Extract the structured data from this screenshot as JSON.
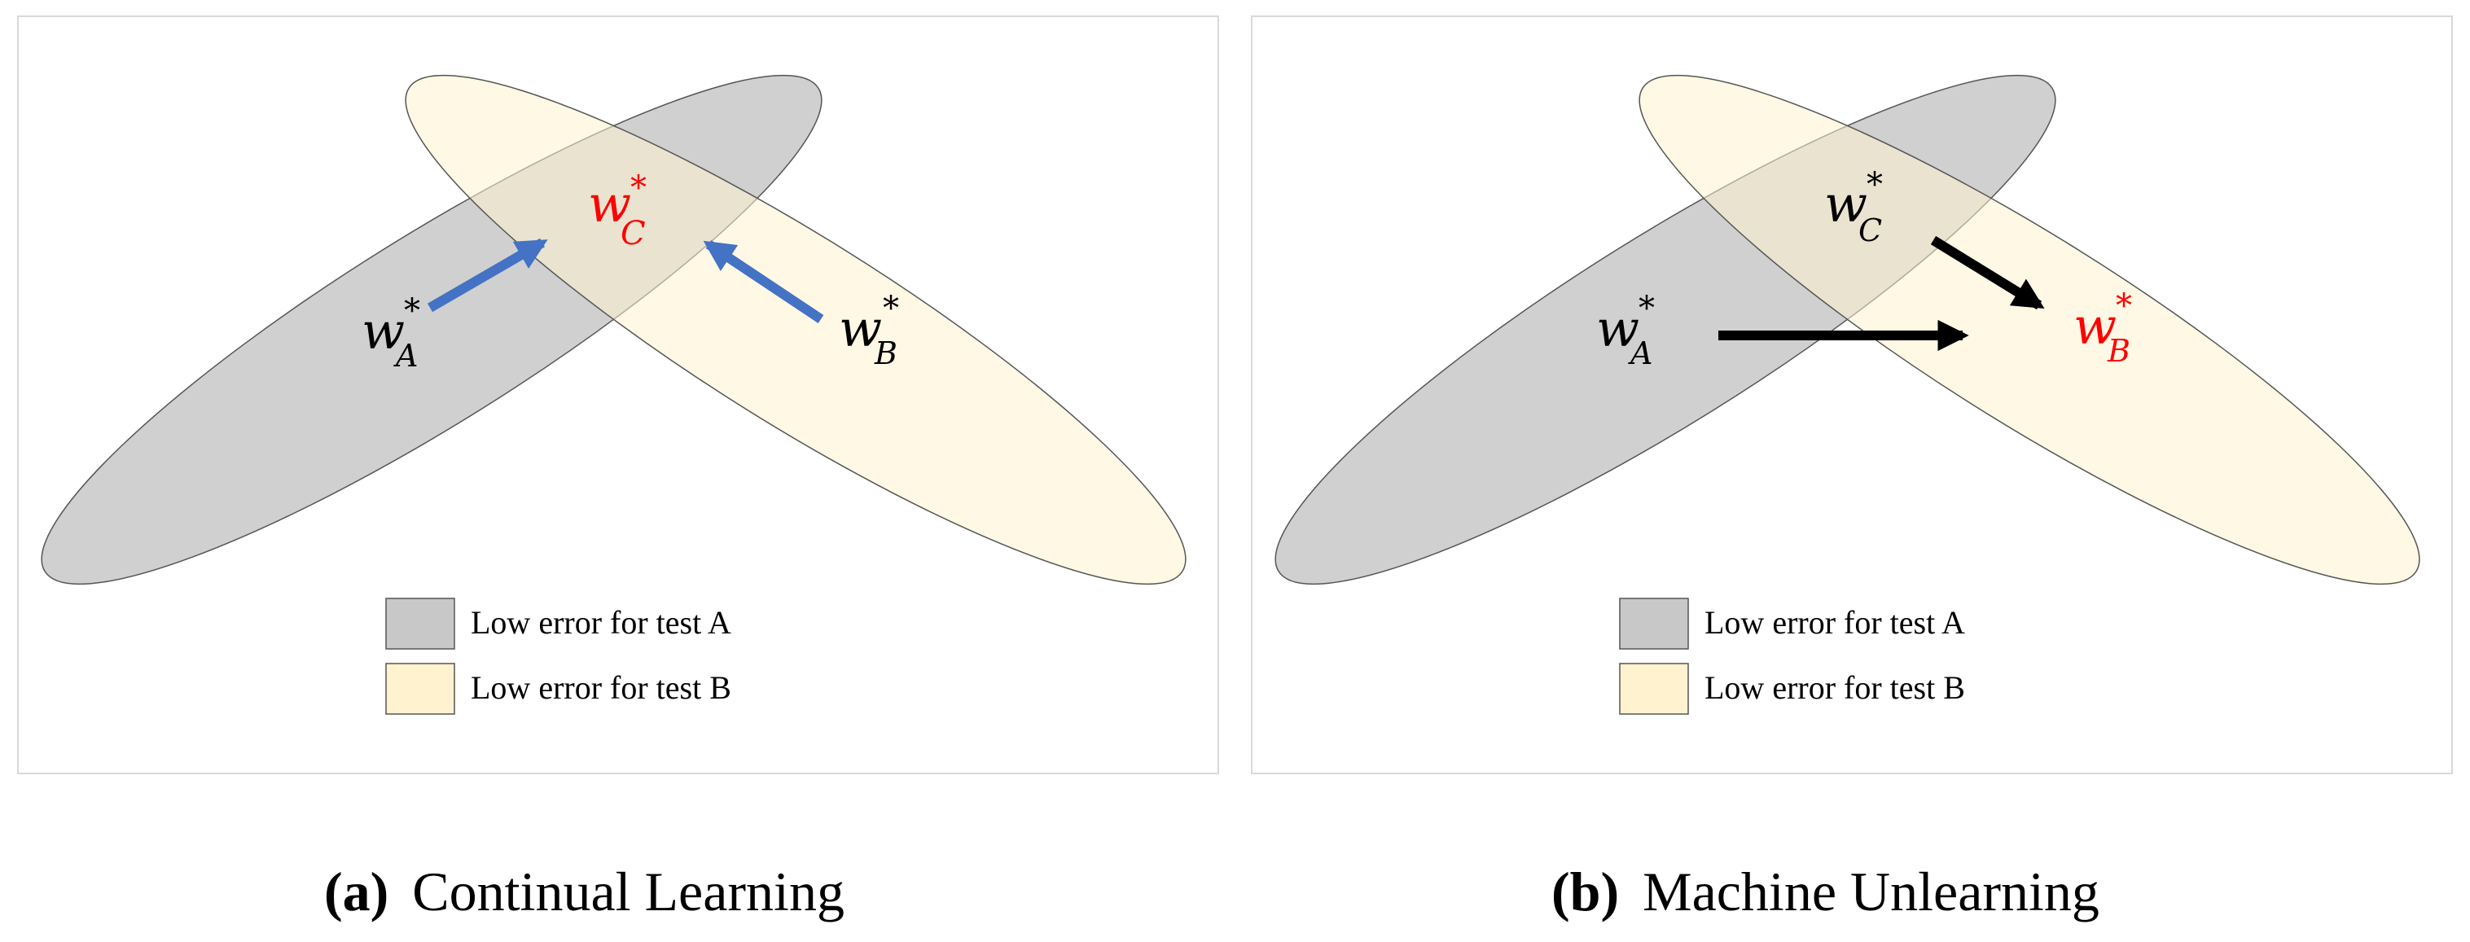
{
  "colors": {
    "region_a_fill": "#c8c8c8",
    "region_b_fill": "#fff3cf",
    "highlight": "#ff0000",
    "arrow_blue": "#4472c4",
    "arrow_black": "#000000",
    "text": "#000000",
    "panel_border": "#d9d9d9"
  },
  "panel_a": {
    "caption_letter": "(a)",
    "caption_text": "Continual Learning",
    "labels": {
      "wa_base": "w",
      "wa_sub": "A",
      "wa_sup": "*",
      "wb_base": "w",
      "wb_sub": "B",
      "wb_sup": "*",
      "wc_base": "w",
      "wc_sub": "C",
      "wc_sup": "*"
    },
    "legend": [
      "Low error for test A",
      "Low error for test B"
    ]
  },
  "panel_b": {
    "caption_letter": "(b)",
    "caption_text": "Machine Unlearning",
    "labels": {
      "wa_base": "w",
      "wa_sub": "A",
      "wa_sup": "*",
      "wb_base": "w",
      "wb_sub": "B",
      "wb_sup": "*",
      "wc_base": "w",
      "wc_sub": "C",
      "wc_sup": "*"
    },
    "legend": [
      "Low error for test A",
      "Low error for test B"
    ]
  }
}
